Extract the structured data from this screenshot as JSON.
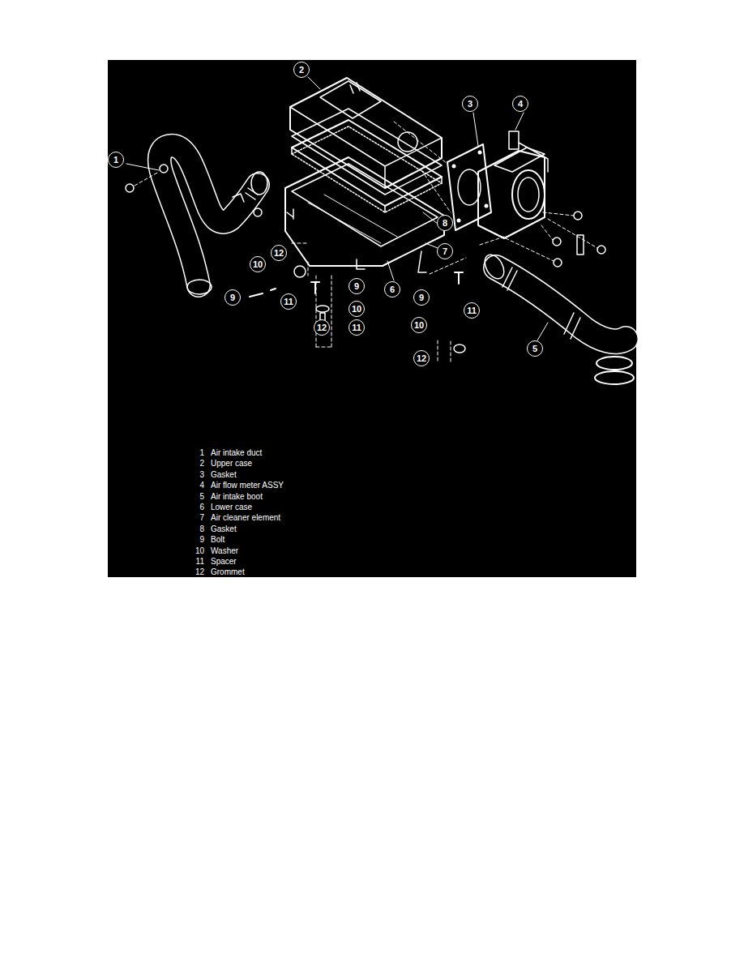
{
  "diagram": {
    "labels": [
      "1",
      "2",
      "3",
      "4",
      "5",
      "6",
      "7",
      "8",
      "9",
      "9",
      "9",
      "10",
      "10",
      "10",
      "11",
      "11",
      "11",
      "12",
      "12",
      "12",
      "1",
      "Air intake duct",
      "2",
      "Upper case",
      "3",
      "Gasket",
      "4",
      "Air flow meter ASSY",
      "5",
      "Air intake boot",
      "6",
      "Lower case",
      "7",
      "Air cleaner element",
      "8",
      "Gasket",
      "9",
      "Bolt",
      "10",
      "Washer",
      "11",
      "Spacer",
      "12",
      "Grommet"
    ]
  }
}
